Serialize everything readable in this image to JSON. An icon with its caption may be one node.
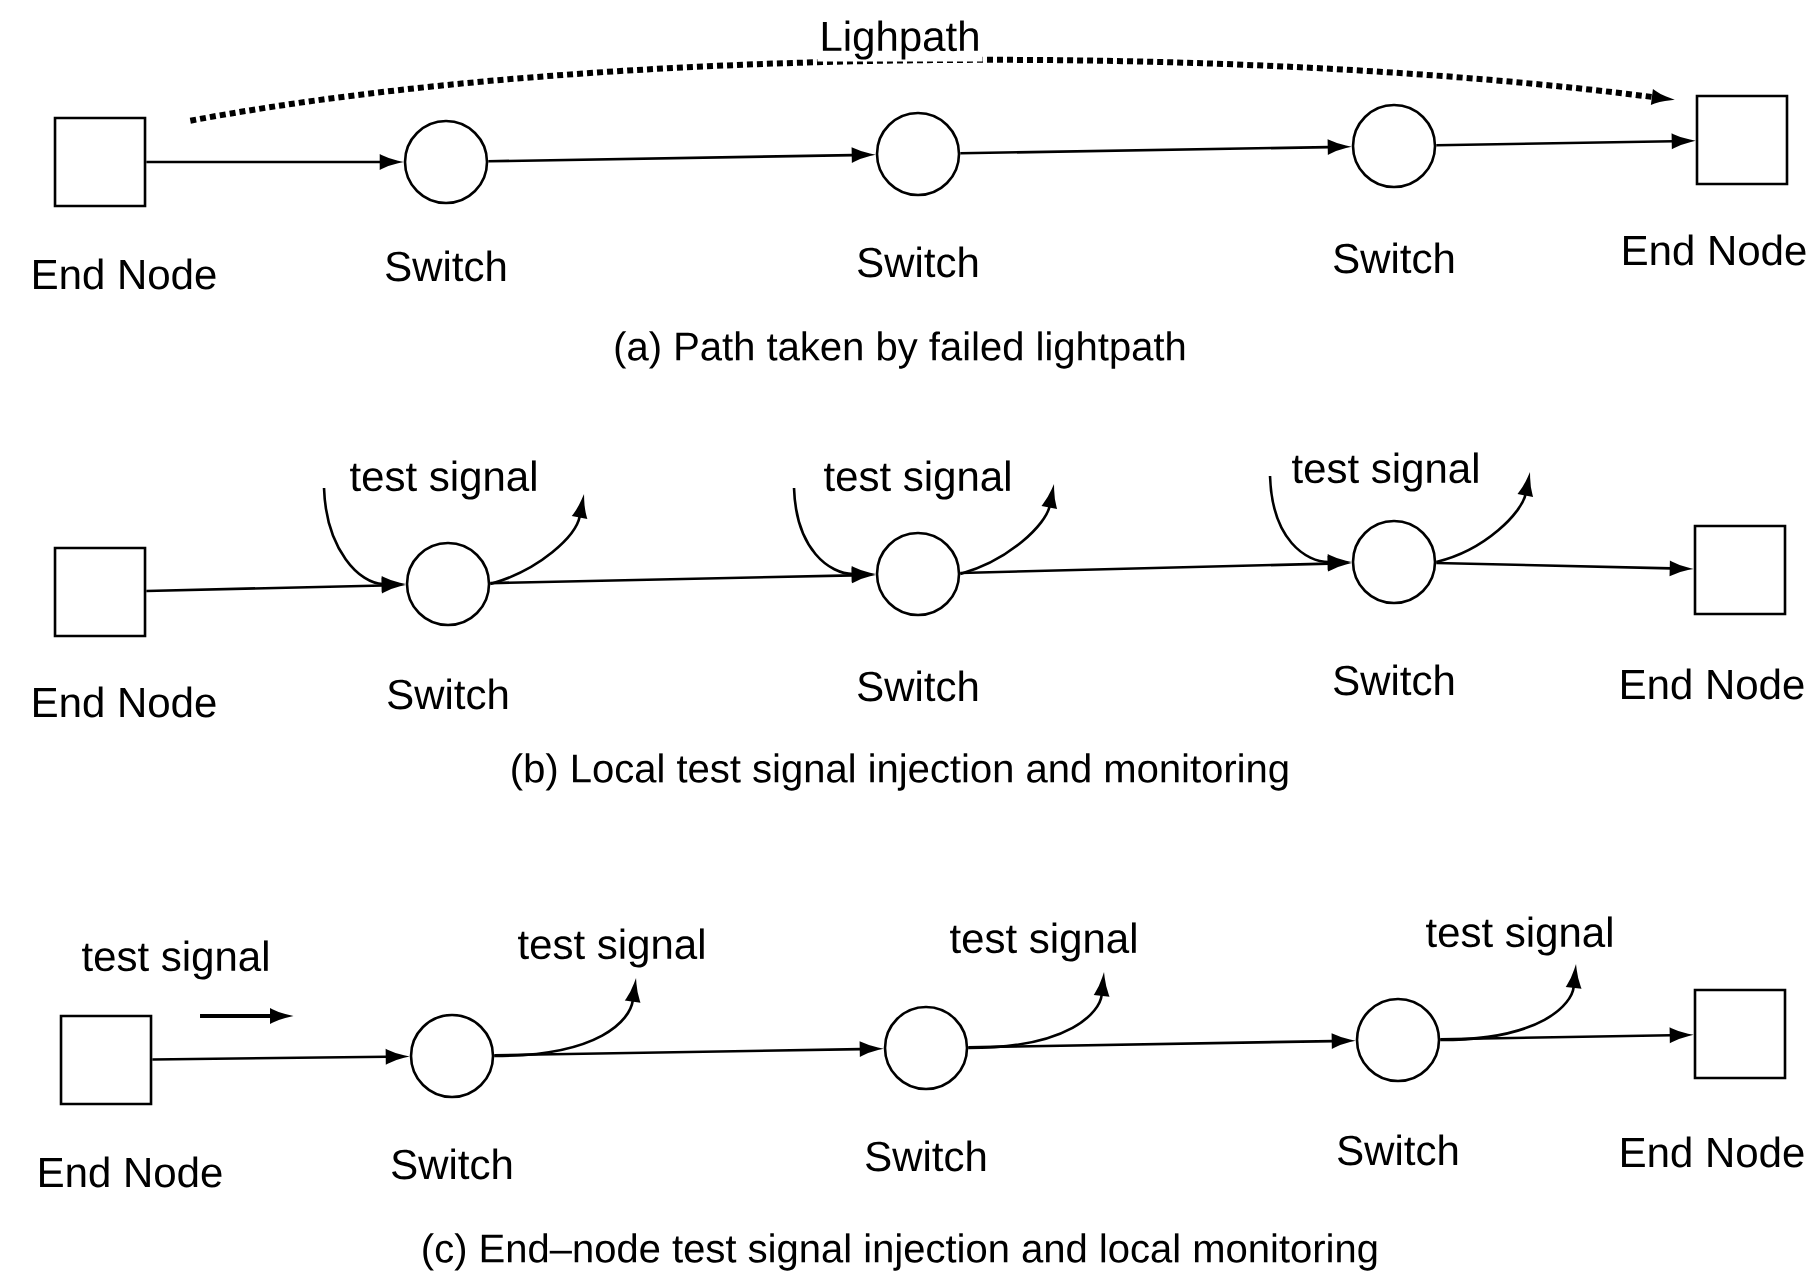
{
  "diagram": {
    "nodes": [
      {
        "text": [
          "End Node"
        ]
      },
      {
        "text": [
          "Switch"
        ]
      },
      {
        "text": [
          "Switch"
        ]
      },
      {
        "text": [
          "Switch"
        ]
      },
      {
        "text": [
          "End Node"
        ]
      },
      {
        "text": [
          "End Node"
        ]
      },
      {
        "text": [
          "Switch"
        ]
      },
      {
        "text": [
          "Switch"
        ]
      },
      {
        "text": [
          "Switch"
        ]
      },
      {
        "text": [
          "End Node"
        ]
      },
      {
        "text": [
          "End Node"
        ]
      },
      {
        "text": [
          "Switch"
        ]
      },
      {
        "text": [
          "Switch"
        ]
      },
      {
        "text": [
          "Switch"
        ]
      },
      {
        "text": [
          "End Node"
        ]
      }
    ],
    "edges": [
      {
        "from": 0,
        "to": 1,
        "arrow": "to"
      },
      {
        "from": 1,
        "to": 2,
        "arrow": "to"
      },
      {
        "from": 2,
        "to": 3,
        "arrow": "to"
      },
      {
        "from": 3,
        "to": 4,
        "arrow": "to"
      },
      {
        "from": 0,
        "to": 4,
        "arrow": "to",
        "style": "dashed",
        "label": "Lighpath"
      },
      {
        "from": 5,
        "to": 6,
        "arrow": "to"
      },
      {
        "from": 6,
        "to": 7,
        "arrow": "to"
      },
      {
        "from": 7,
        "to": 8,
        "arrow": "to"
      },
      {
        "from": 8,
        "to": 9,
        "arrow": "to"
      },
      {
        "from": null,
        "to": 6,
        "arrow": "to",
        "label": "test signal"
      },
      {
        "from": 6,
        "to": null,
        "arrow": "to"
      },
      {
        "from": null,
        "to": 7,
        "arrow": "to",
        "label": "test signal"
      },
      {
        "from": 7,
        "to": null,
        "arrow": "to"
      },
      {
        "from": null,
        "to": 8,
        "arrow": "to",
        "label": "test signal"
      },
      {
        "from": 8,
        "to": null,
        "arrow": "to"
      },
      {
        "from": 10,
        "to": 11,
        "arrow": "to"
      },
      {
        "from": 11,
        "to": 12,
        "arrow": "to"
      },
      {
        "from": 12,
        "to": 13,
        "arrow": "to"
      },
      {
        "from": 13,
        "to": 14,
        "arrow": "to"
      },
      {
        "from": 11,
        "to": null,
        "arrow": "to",
        "label": "test signal"
      },
      {
        "from": 12,
        "to": null,
        "arrow": "to",
        "label": "test signal"
      },
      {
        "from": 13,
        "to": null,
        "arrow": "to",
        "label": "test signal"
      }
    ],
    "labels": [
      "(a) Path taken by failed lightpath",
      "(b) Local test signal injection and monitoring",
      "test signal",
      "(c) End–node test signal injection and local monitoring"
    ]
  }
}
